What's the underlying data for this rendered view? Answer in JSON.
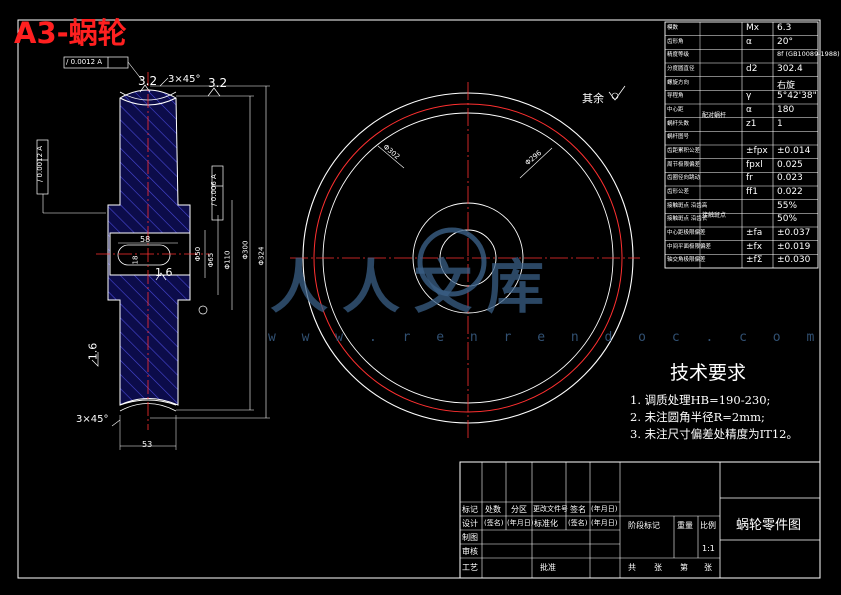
{
  "header": {
    "title": "A3-蜗轮"
  },
  "watermark": {
    "text": "人人文库",
    "url": "w w w . r e n r e n d o c . c o m"
  },
  "section_view": {
    "top_callout": "/ 0.0012  A",
    "chamfer_top": "3×45°",
    "chamfer_bottom": "3×45°",
    "roughness_top": "3.2",
    "roughness_top_left": "3.2",
    "roughness_mid": "1.6",
    "roughness_left": "1.6",
    "left_tol": "/ 0.0012 A",
    "mid_tol": "/ 0.006 A",
    "dim_58": "58",
    "dim_bottom": "53",
    "dims_vertical": [
      "Φ50",
      "Φ65",
      "Φ110",
      "Φ300",
      "Φ324"
    ],
    "keyway": "18"
  },
  "front_view": {
    "dim_a": "Φ302",
    "dim_b": "Φ296",
    "rest_roughness": "其余"
  },
  "param_table": {
    "rows": [
      {
        "label": "模数",
        "sym": "Mx",
        "val": "6.3"
      },
      {
        "label": "齿形角",
        "sym": "α",
        "val": "20°"
      },
      {
        "label": "精度等级",
        "sym": "",
        "val": "8f (GB10089-1988)"
      },
      {
        "label": "分度圆直径",
        "sym": "d2",
        "val": "302.4"
      },
      {
        "label": "螺旋方向",
        "sym": "",
        "val": "右旋"
      },
      {
        "label": "导程角",
        "sym": "γ",
        "val": "5°42'38\""
      },
      {
        "label": "中心距",
        "sym": "α",
        "val": "180"
      },
      {
        "label": "蜗杆头数",
        "sym": "z1",
        "val": "1"
      },
      {
        "label": "蜗杆图号",
        "sym": "",
        "val": ""
      },
      {
        "label": "齿距累积公差",
        "sym": "±fpx",
        "val": "±0.014"
      },
      {
        "label": "周节极限偏差",
        "sym": "fpxl",
        "val": "0.025"
      },
      {
        "label": "齿圈径向跳动",
        "sym": "fr",
        "val": "0.023"
      },
      {
        "label": "齿形公差",
        "sym": "ff1",
        "val": "0.022"
      },
      {
        "label": "接触斑点 沿齿高",
        "sym": "",
        "val": "55%"
      },
      {
        "label": "接触斑点 沿齿长",
        "sym": "",
        "val": "50%"
      },
      {
        "label": "中心距极限偏差",
        "sym": "±fa",
        "val": "±0.037"
      },
      {
        "label": "中间平面极限偏差",
        "sym": "±fx",
        "val": "±0.019"
      },
      {
        "label": "轴交角极限偏差",
        "sym": "±fΣ",
        "val": "±0.030"
      }
    ],
    "group_a": "配对蜗杆",
    "group_b": "接触斑点"
  },
  "tech_requirements": {
    "title": "技术要求",
    "items": [
      "1.  调质处理HB=190-230;",
      "2.  未注圆角半径R=2mm;",
      "3.  未注尺寸偏差处精度为IT12。"
    ]
  },
  "title_block": {
    "drawing_name": "蜗轮零件图",
    "scale": "1:1",
    "cells": {
      "mark": "标记",
      "count": "处数",
      "zone": "分区",
      "doc": "更改文件号",
      "sign": "签名",
      "date": "(年月日)",
      "design": "设计",
      "sign2": "(签名)",
      "date2": "(年月日)",
      "std": "标准化",
      "sign3": "(签名)",
      "date3": "(年月日)",
      "stage": "阶段标记",
      "weight": "重量",
      "ratio": "比例",
      "draw": "制图",
      "check": "审核",
      "craft": "工艺",
      "approve": "批准",
      "total": "共",
      "sheet": "张",
      "page": "第",
      "pagesheet": "张"
    }
  }
}
